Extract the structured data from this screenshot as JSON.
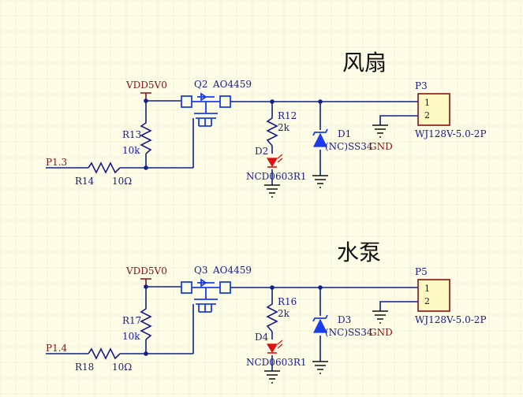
{
  "circuits": [
    {
      "title": "风扇",
      "power": "VDD5V0",
      "input_net": "P1.3",
      "r_gate": {
        "ref": "R14",
        "value": "10Ω"
      },
      "r_pull": {
        "ref": "R13",
        "value": "10k"
      },
      "mosfet": {
        "ref": "Q2",
        "value": "AO4459"
      },
      "r_led": {
        "ref": "R12",
        "value": "2k"
      },
      "led": {
        "ref": "D2",
        "value": "NCD0603R1"
      },
      "diode": {
        "ref": "D1",
        "value": "(NC)SS34"
      },
      "gnd_label": "GND",
      "connector": {
        "ref": "P3",
        "value": "WJ128V-5.0-2P",
        "pins": [
          "1",
          "2"
        ]
      }
    },
    {
      "title": "水泵",
      "power": "VDD5V0",
      "input_net": "P1.4",
      "r_gate": {
        "ref": "R18",
        "value": "10Ω"
      },
      "r_pull": {
        "ref": "R17",
        "value": "10k"
      },
      "mosfet": {
        "ref": "Q3",
        "value": "AO4459"
      },
      "r_led": {
        "ref": "R16",
        "value": "2k"
      },
      "led": {
        "ref": "D4",
        "value": "NCD0603R1"
      },
      "diode": {
        "ref": "D3",
        "value": "(NC)SS34"
      },
      "gnd_label": "GND",
      "connector": {
        "ref": "P5",
        "value": "WJ128V-5.0-2P",
        "pins": [
          "1",
          "2"
        ]
      }
    }
  ],
  "colors": {
    "background": "#fdfce6",
    "wire": "#10208c",
    "power": "#8b1010",
    "mosfet": "#1a3cf0",
    "led": "#e01010",
    "connector_fill": "#fff9c4"
  }
}
